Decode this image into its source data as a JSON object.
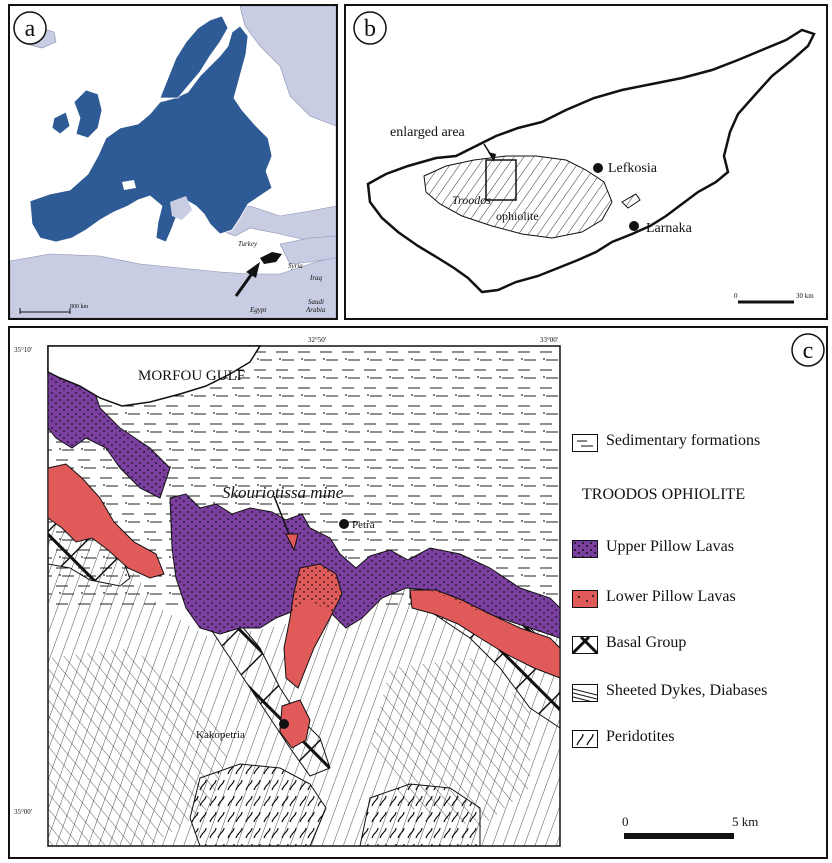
{
  "panel_a": {
    "letter": "a",
    "labels": {
      "turkey": "Turkey",
      "syria": "Syria",
      "iraq": "Iraq",
      "egypt": "Egypt",
      "saudi": "Saudi",
      "arabia": "Arabia"
    },
    "scale": "800 km",
    "colors": {
      "eu": "#2e5b95",
      "other": "#c9cde3",
      "sea": "#ffffff"
    }
  },
  "panel_b": {
    "letter": "b",
    "enlarged_area": "enlarged area",
    "cities": [
      "Lefkosia",
      "Larnaka"
    ],
    "troodos": "Troodos",
    "ophiolite": "ophiolite",
    "scale_left": "0",
    "scale_right": "30 km"
  },
  "panel_c": {
    "letter": "c",
    "coords": {
      "top_lon_1": "32°50'",
      "top_lon_2": "33°00'",
      "left_lat_top": "35°10'",
      "left_lat_bottom": "35°00'"
    },
    "gulf": "MORFOU GULF",
    "mine": "Skouriotissa mine",
    "villages": [
      "Petra",
      "Kakopetria"
    ],
    "legend": {
      "sedimentary": "Sedimentary formations",
      "heading": "TROODOS OPHIOLITE",
      "upper": "Upper Pillow Lavas",
      "lower": "Lower Pillow Lavas",
      "basal": "Basal Group",
      "sheeted": "Sheeted Dykes, Diabases",
      "peridotites": "Peridotites"
    },
    "scale_left": "0",
    "scale_right": "5 km",
    "colors": {
      "upper": "#7b3fa0",
      "lower": "#e05a5a"
    }
  }
}
